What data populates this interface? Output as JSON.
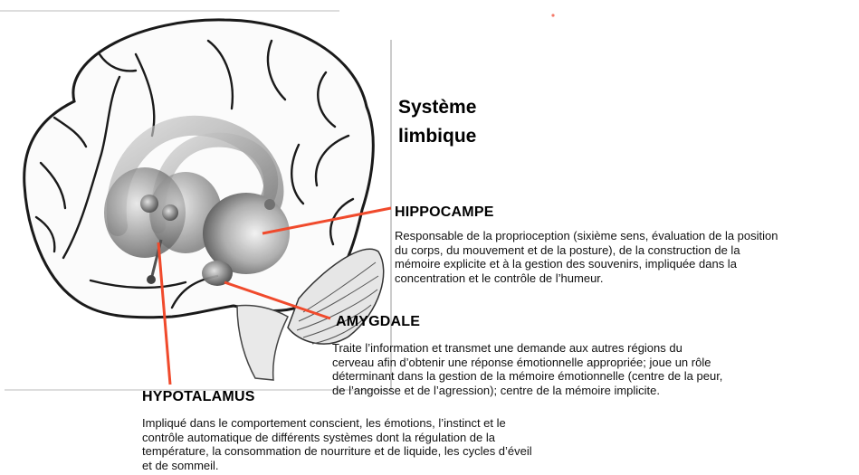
{
  "title_lines": [
    "Système",
    "limbique"
  ],
  "structures": {
    "hippocampe": {
      "label": "HIPPOCAMPE",
      "lines": [
        "Responsable de la proprioception (sixième sens, évaluation de la position",
        "du corps, du mouvement et de la posture), de la construction de la",
        "mémoire explicite et à la gestion des souvenirs, impliquée dans la",
        "concentration et le contrôle de l’humeur."
      ]
    },
    "amygdale": {
      "label": "AMYGDALE",
      "lines": [
        "Traite l’information et transmet une demande aux autres régions du",
        "cerveau afin d’obtenir une réponse émotionnelle appropriée; joue un rôle",
        "déterminant dans la gestion de la mémoire émotionnelle (centre de la peur,",
        "de l’angoisse et de l’agression); centre de la mémoire implicite."
      ]
    },
    "hypotalamus": {
      "label": "HYPOTALAMUS",
      "lines": [
        "Impliqué dans le comportement conscient, les émotions, l’instinct et le",
        "contrôle automatique de différents systèmes dont la régulation de la",
        "température, la consommation de nourriture et de liquide, les cycles d’éveil",
        "et de sommeil."
      ]
    }
  },
  "colors": {
    "pointer_line": "#f04a2c",
    "brain_outline": "#1a1a1a",
    "limbic_fill": "#9a9a9a"
  }
}
